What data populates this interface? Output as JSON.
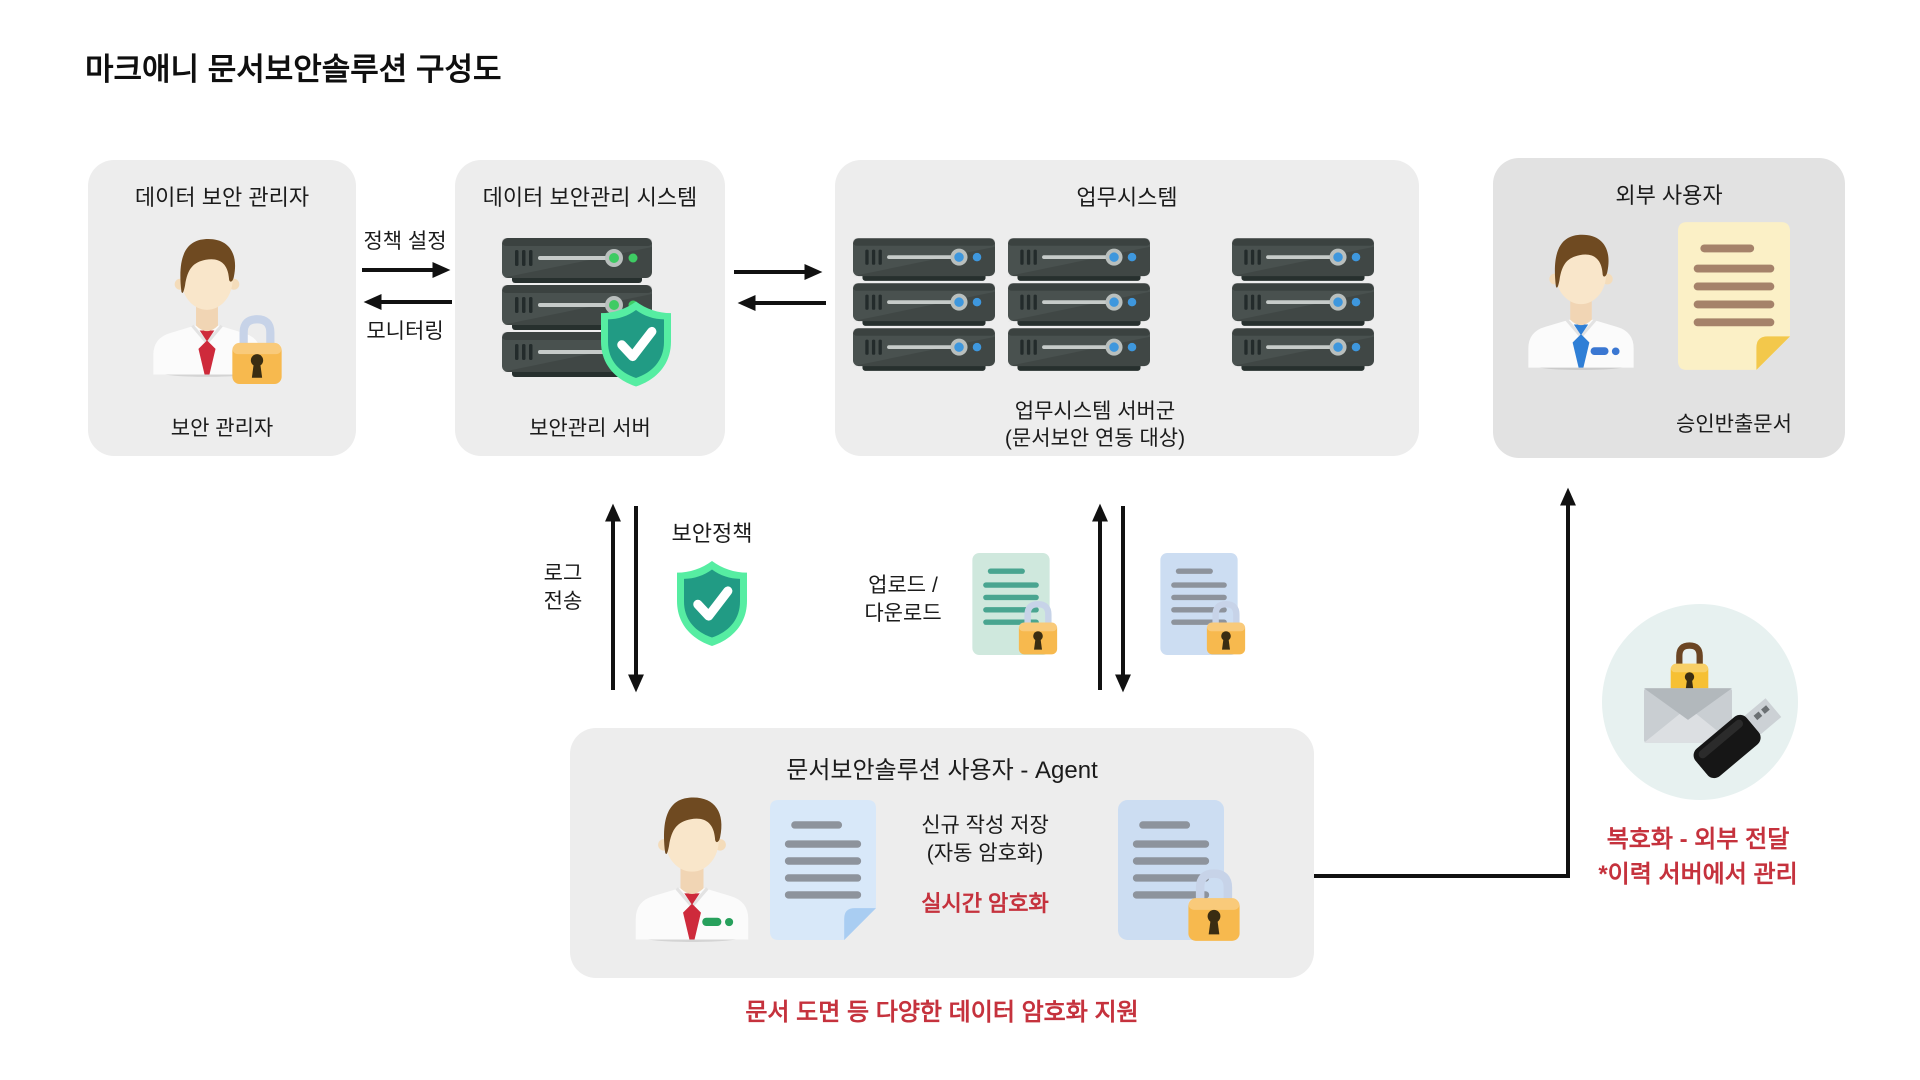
{
  "title": "마크애니 문서보안솔루션 구성도",
  "admin_box": {
    "title": "데이터 보안 관리자",
    "label": "보안 관리자"
  },
  "security_box": {
    "title": "데이터 보안관리 시스템",
    "label": "보안관리 서버"
  },
  "business_box": {
    "title": "업무시스템",
    "label_line1": "업무시스템 서버군",
    "label_line2": "(문서보안 연동 대상)"
  },
  "external_box": {
    "title": "외부 사용자",
    "label": "승인반출문서"
  },
  "agent_box": {
    "title": "문서보안솔루션 사용자 - Agent",
    "save_line1": "신규 작성 저장",
    "save_line2": "(자동 암호화)",
    "realtime": "실시간 암호화",
    "caption": "문서 도면 등 다양한 데이터 암호화 지원"
  },
  "links": {
    "policy": "정책 설정",
    "monitoring": "모니터링",
    "log_line1": "로그",
    "log_line2": "전송",
    "security_policy": "보안정책",
    "updown_line1": "업로드 /",
    "updown_line2": "다운로드"
  },
  "external_transfer": {
    "line1": "복호화 - 외부 전달",
    "line2": "*이력 서버에서 관리"
  },
  "icons": {
    "person": "person-icon",
    "padlock": "padlock-icon",
    "server": "server-icon",
    "shield_check": "shield-check-icon",
    "document": "document-icon",
    "locked_document": "locked-document-icon",
    "envelope": "envelope-icon",
    "usb": "usb-drive-icon"
  },
  "colors": {
    "red_text": "#c5323d",
    "box_gray": "#ededed",
    "external_box_gray": "#e2e2e2",
    "circle_mint": "#e7f1f0",
    "shield_outer_mint": "#56eda2",
    "shield_inner_teal": "#219b84",
    "lock_orange": "#f7b94e",
    "server_dark": "#49514f",
    "knob_green": "#3ecb63",
    "knob_blue": "#3e97dd",
    "arrow_black": "#111111"
  }
}
